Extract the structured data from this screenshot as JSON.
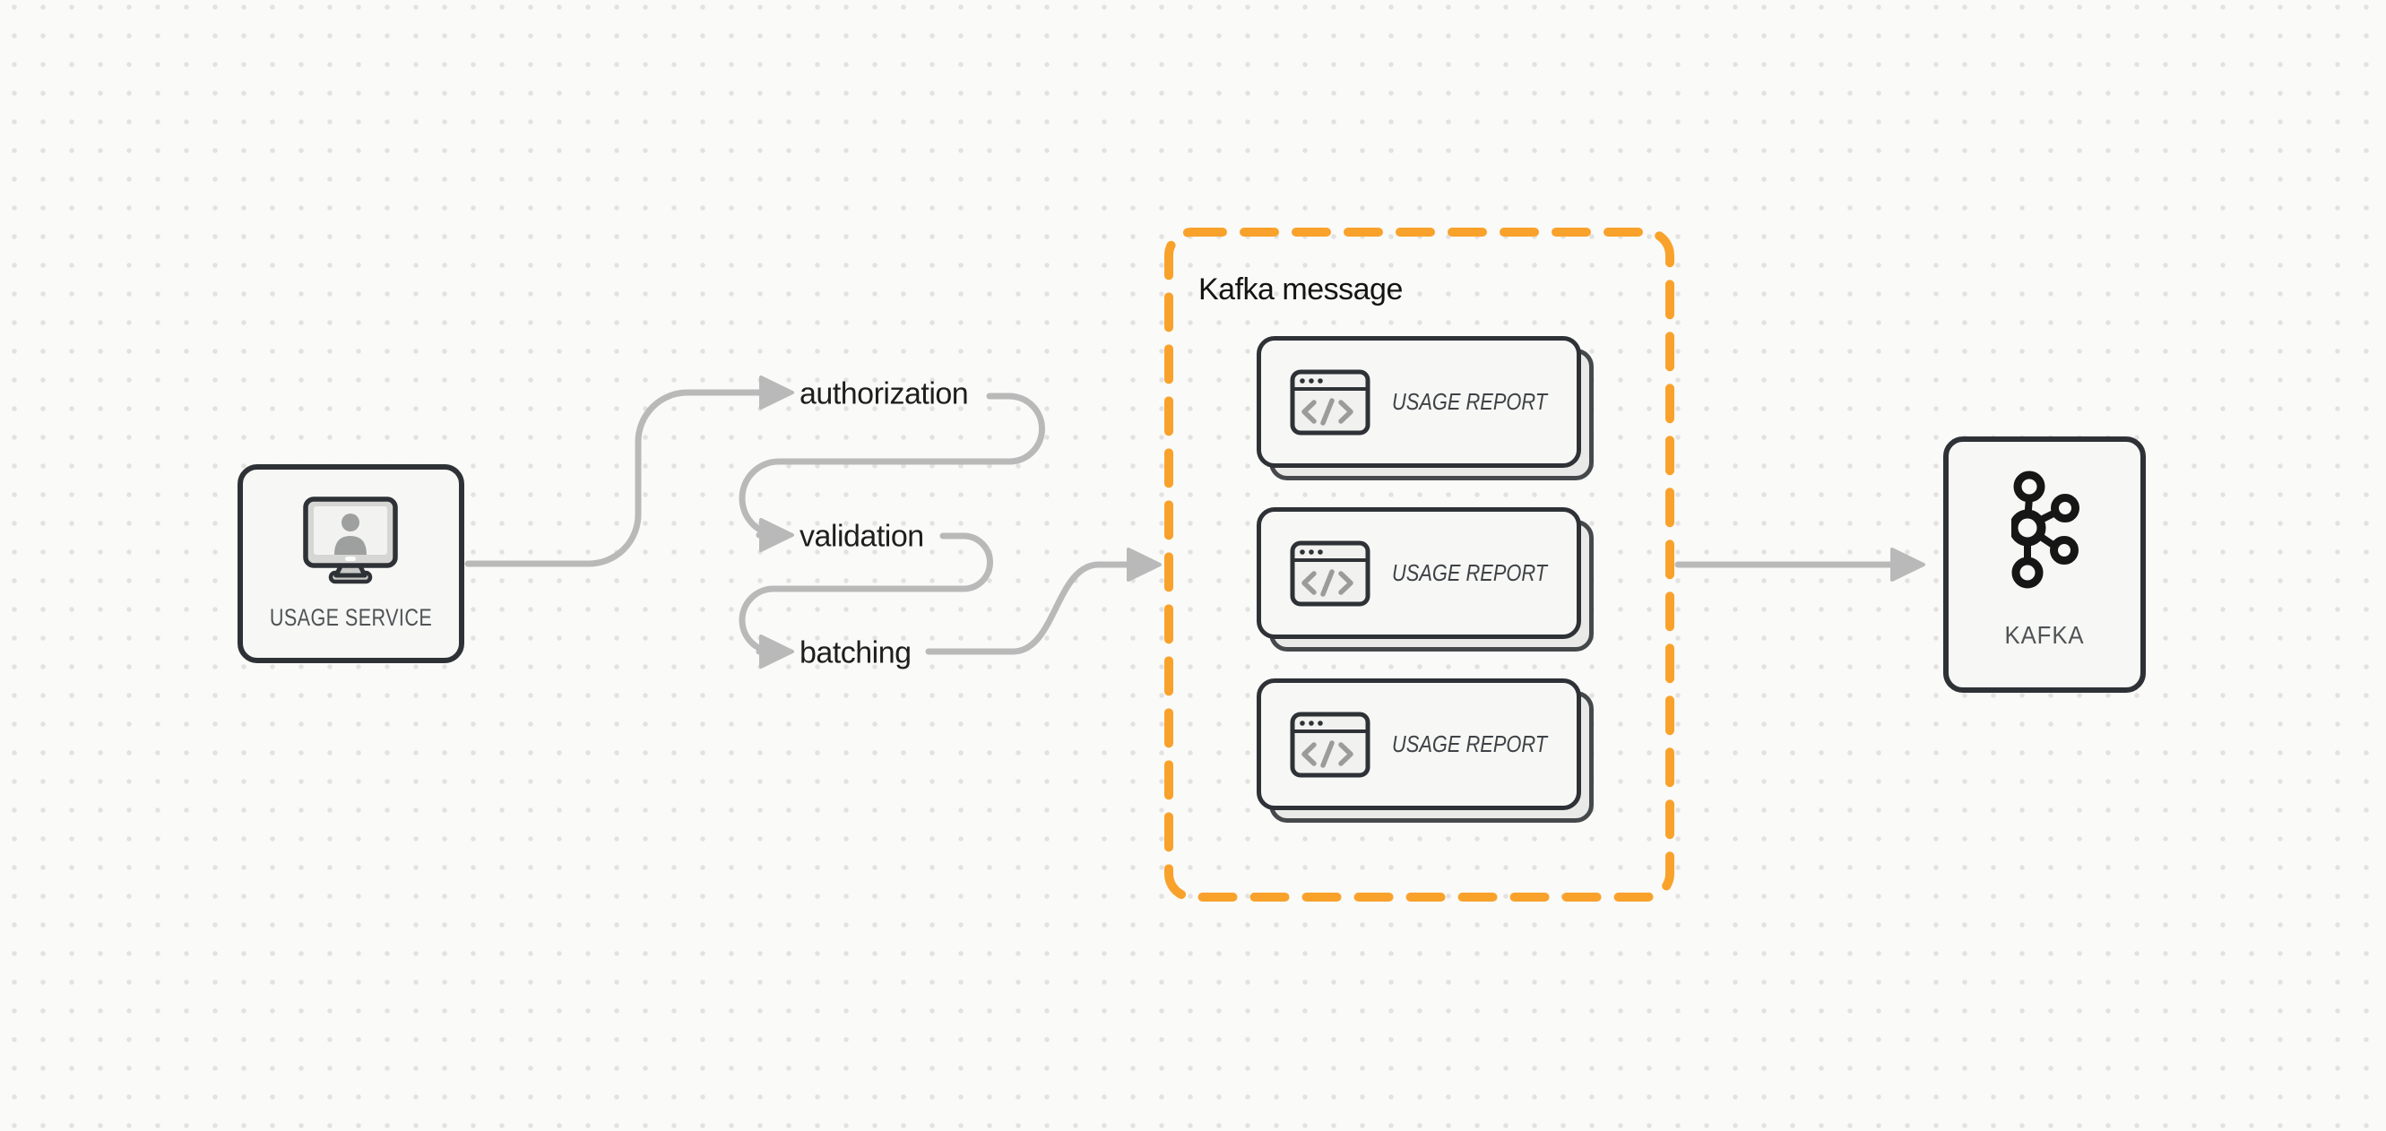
{
  "usage_service": {
    "label": "USAGE SERVICE",
    "icon": "user-monitor-icon"
  },
  "pipeline_steps": [
    {
      "label": "authorization"
    },
    {
      "label": "validation"
    },
    {
      "label": "batching"
    }
  ],
  "kafka_message_group": {
    "title": "Kafka message",
    "cards": [
      {
        "label": "USAGE REPORT",
        "icon": "code-window-icon"
      },
      {
        "label": "USAGE REPORT",
        "icon": "code-window-icon"
      },
      {
        "label": "USAGE REPORT",
        "icon": "code-window-icon"
      }
    ]
  },
  "kafka": {
    "label": "KAFKA",
    "icon": "kafka-logo-icon"
  },
  "colors": {
    "background": "#FAFAF8",
    "dot_grid": "#E3E2E0",
    "node_border": "#2E3236",
    "node_fill": "#F7F7F5",
    "connector_gray": "#B9B9B9",
    "accent_orange": "#F9A22B",
    "label_text": "#1E1E1E",
    "node_label_text": "#4F5356"
  }
}
